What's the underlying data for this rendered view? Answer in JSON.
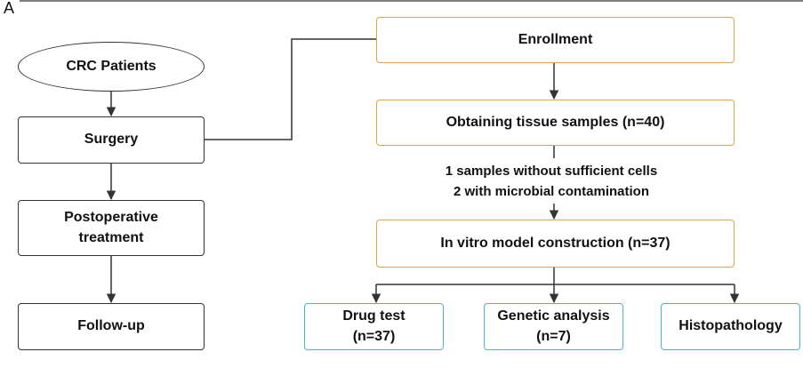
{
  "panel_label": "A",
  "nodes": {
    "patients": "CRC Patients",
    "surgery": "Surgery",
    "postop_line1": "Postoperative",
    "postop_line2": "treatment",
    "followup": "Follow-up",
    "enrollment": "Enrollment",
    "tissue": "Obtaining tissue samples (n=40)",
    "invitro": "In vitro model construction (n=37)",
    "drug_line1": "Drug test",
    "drug_line2": "(n=37)",
    "genetic_line1": "Genetic analysis",
    "genetic_line2": "(n=7)",
    "histo": "Histopathology"
  },
  "exclusion_note": {
    "line1": "1 samples without sufficient cells",
    "line2": "2 with microbial contamination"
  },
  "colors": {
    "patient_path_border": "#333333",
    "study_stage_border": "#e3a14a",
    "analysis_border": "#49b3d8",
    "connector": "#333333"
  }
}
